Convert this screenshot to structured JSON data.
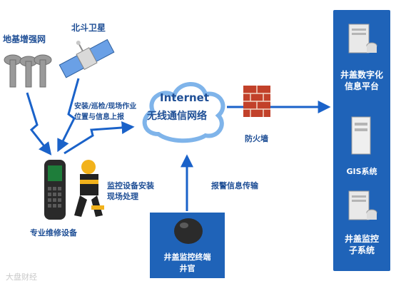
{
  "labels": {
    "ground_augmentation": "地基增强网",
    "beidou": "北斗卫星",
    "operation_report_1": "安装/巡检/现场作业",
    "operation_report_2": "位置与信息上报",
    "internet": "Internet",
    "wireless_network": "无线通信网络",
    "firewall": "防火墙",
    "install_1": "监控设备安装",
    "install_2": "现场处理",
    "device": "专业维修设备",
    "alarm": "报警信息传输"
  },
  "terminal": {
    "line1": "井盖监控终端",
    "line2": "井官"
  },
  "panel": {
    "item1_line1": "井盖数字化",
    "item1_line2": "信息平台",
    "item2": "GIS系统",
    "item3_line1": "井盖监控",
    "item3_line2": "子系统"
  },
  "watermark": "大盘财经",
  "colors": {
    "label": "#1f4f96",
    "panel": "#1f63b8",
    "arrow": "#1a62c9"
  }
}
